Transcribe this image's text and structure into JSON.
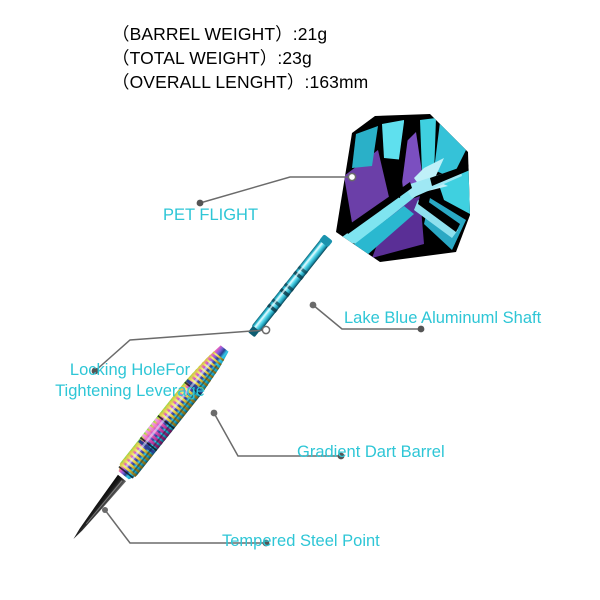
{
  "page": {
    "background": "#ffffff",
    "accent_color": "#2ec6d6",
    "leader_color": "#6b6b6b",
    "text_color": "#000000"
  },
  "spec": {
    "lines": [
      "（BARREL WEIGHT）:21g",
      "（TOTAL WEIGHT）:23g",
      "（OVERALL LENGHT）:163mm"
    ],
    "barrel_weight_label": "（BARREL WEIGHT）",
    "barrel_weight_value": ":21g",
    "total_weight_label": "（TOTAL WEIGHT）",
    "total_weight_value": ":23g",
    "overall_length_label": "（OVERALL LENGHT）",
    "overall_length_value": ":163mm"
  },
  "callouts": [
    {
      "id": "flight",
      "label": "PET FLIGHT"
    },
    {
      "id": "shaft",
      "label": "Lake Blue Aluminuml Shaft"
    },
    {
      "id": "lock",
      "label": "Locking HoleFor Tightening Leverage"
    },
    {
      "id": "barrel",
      "label": "Gradient Dart Barrel"
    },
    {
      "id": "point",
      "label": "Tempered Steel Point"
    }
  ],
  "product": {
    "type": "dart",
    "parts": [
      "flight",
      "shaft",
      "barrel",
      "point"
    ],
    "flight_colors": [
      "#000000",
      "#3fd0e0",
      "#6b3fa8",
      "#1a8fa8"
    ],
    "shaft_colors": [
      "#7fe0ee",
      "#2bb8cf",
      "#0d5d72"
    ],
    "barrel_colors": [
      "#e8d24a",
      "#e85fc0",
      "#35c8e8",
      "#2a3f8f",
      "#7bd94a"
    ],
    "point_colors": [
      "#3a3a3a",
      "#111111"
    ]
  }
}
